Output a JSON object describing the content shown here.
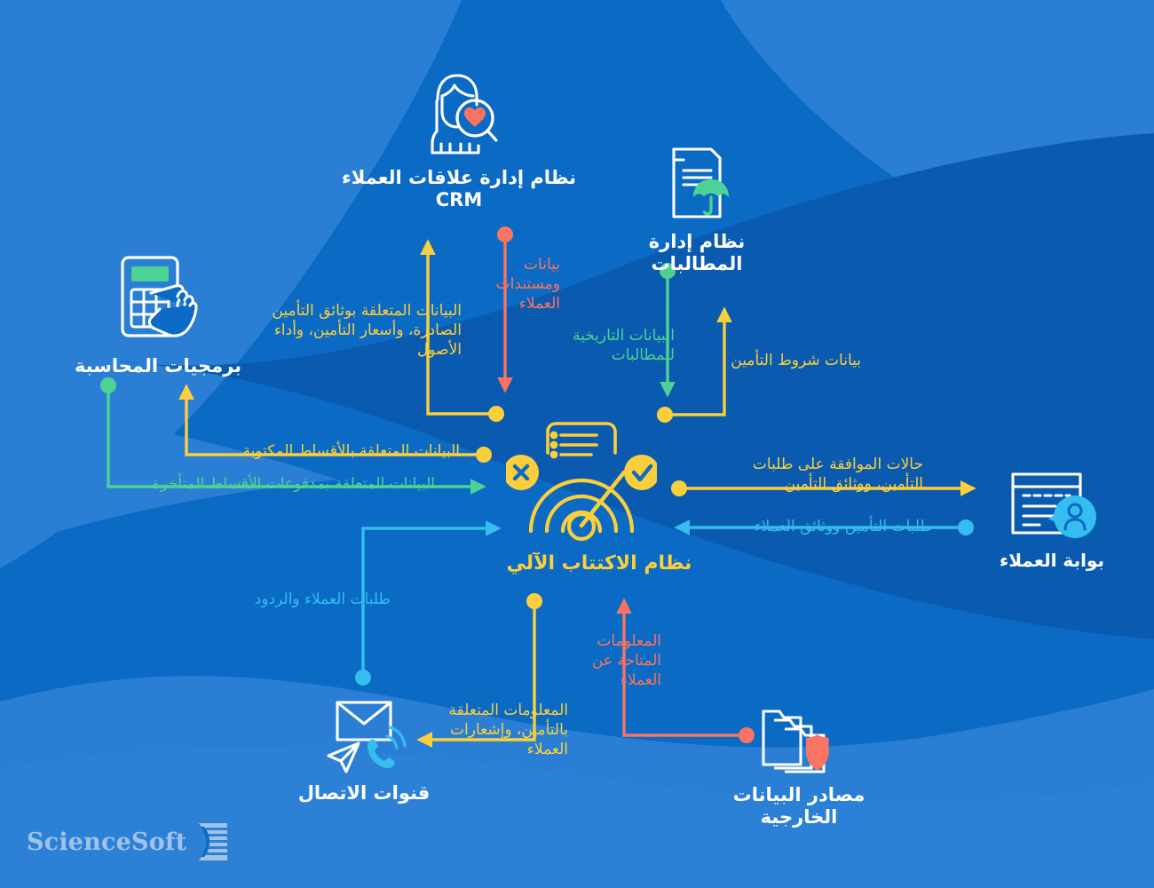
{
  "palette": {
    "bg_base": "#0a6ac4",
    "bg_wave_light": "#2a7fd4",
    "bg_wave_dark": "#0a5bb0",
    "yellow": "#fbcf3b",
    "green": "#4cd294",
    "cyan": "#35bdf0",
    "coral": "#f97462",
    "white": "#ffffff",
    "logo_blue": "#a9c8e8"
  },
  "hub": {
    "title": "نظام الاكتتاب الآلي",
    "icon": "gauge-checklist-icon"
  },
  "nodes": [
    {
      "id": "crm",
      "icon": "customer-relationship-icon",
      "title": "نظام إدارة علاقات العملاء\nCRM"
    },
    {
      "id": "claims",
      "icon": "claims-document-umbrella-icon",
      "title": "نظام إدارة\nالمطالبات"
    },
    {
      "id": "accounting",
      "icon": "calculator-hand-icon",
      "title": "برمجيات المحاسبة"
    },
    {
      "id": "portal",
      "icon": "customer-portal-icon",
      "title": "بوابة العملاء"
    },
    {
      "id": "channels",
      "icon": "communication-channels-icon",
      "title": "قنوات الاتصال"
    },
    {
      "id": "external",
      "icon": "external-data-folders-shield-icon",
      "title": "مصادر البيانات الخارجية"
    }
  ],
  "edges": [
    {
      "id": "crm-out",
      "text": "البيانات المتعلقة بوثائق التأمين الصادرة، وأسعار التأمين، وأداء الأصول",
      "color": "yellow",
      "direction": "to-crm"
    },
    {
      "id": "crm-in",
      "text": "بيانات ومستندات العملاء",
      "color": "coral",
      "direction": "to-hub"
    },
    {
      "id": "claims-in",
      "text": "البيانات التاريخية للمطالبات",
      "color": "green",
      "direction": "to-hub"
    },
    {
      "id": "claims-out",
      "text": "بيانات شروط التأمين",
      "color": "yellow",
      "direction": "to-claims"
    },
    {
      "id": "accounting-out",
      "text": "البيانات المتعلقة بالأقساط المكتوبة",
      "color": "yellow",
      "direction": "to-accounting"
    },
    {
      "id": "accounting-in",
      "text": "البيانات المتعلقة بمدفوعات الأقساط المتأخرة",
      "color": "green",
      "direction": "to-hub"
    },
    {
      "id": "portal-out",
      "text": "حالات الموافقة على طلبات التأمين، ووثائق التأمين",
      "color": "yellow",
      "direction": "to-portal"
    },
    {
      "id": "portal-in",
      "text": "طلبات التأمين ووثائق العملاء",
      "color": "cyan",
      "direction": "to-hub"
    },
    {
      "id": "channels-in",
      "text": "طلبات العملاء والردود",
      "color": "cyan",
      "direction": "to-hub"
    },
    {
      "id": "channels-out",
      "text": "المعلومات المتعلقة بالتأمين، وإشعارات العملاء",
      "color": "yellow",
      "direction": "to-channels"
    },
    {
      "id": "external-in",
      "text": "المعلومات المتاحة عن العملاء",
      "color": "coral",
      "direction": "to-hub"
    }
  ],
  "branding": {
    "name": "ScienceSoft",
    "logo_icon": "sciencesoft-logo-icon"
  }
}
